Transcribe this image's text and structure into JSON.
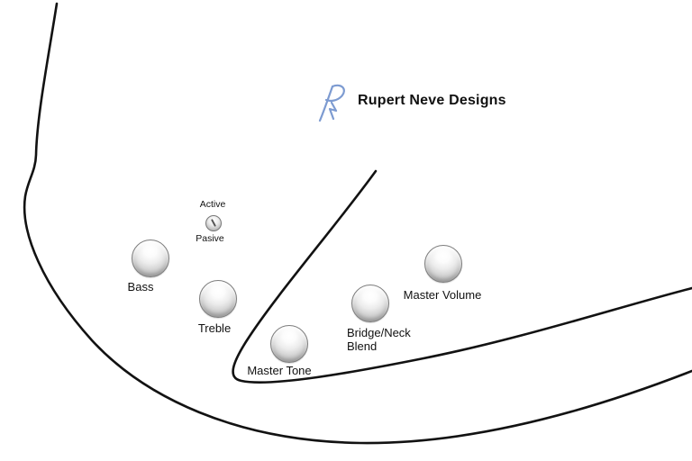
{
  "brand": {
    "name": "Rupert Neve Designs"
  },
  "icons": {
    "logo": "rupert-neve-script-r-icon"
  },
  "switch": {
    "top_label": "Active",
    "bottom_label": "Pasive"
  },
  "knobs": [
    {
      "label": "Bass"
    },
    {
      "label": "Treble"
    },
    {
      "label": "Master Tone"
    },
    {
      "label": "Bridge/Neck\nBlend"
    },
    {
      "label": "Master Volume"
    }
  ],
  "colors": {
    "logo_blue": "#7d9bd1",
    "outline": "#121212"
  }
}
